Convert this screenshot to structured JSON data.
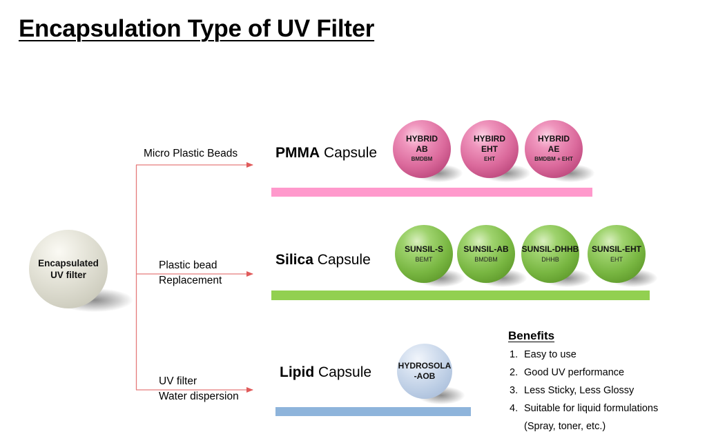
{
  "title": "Encapsulation Type of UV Filter",
  "colors": {
    "arrow": "#e05a5a",
    "pmma_bar": "#ff99cc",
    "silica_bar": "#92d050",
    "lipid_bar": "#8eb4db"
  },
  "root": {
    "line1": "Encapsulated",
    "line2": "UV filter"
  },
  "branches": [
    {
      "label_lines": [
        "Micro Plastic Beads"
      ],
      "capsule_bold": "PMMA",
      "capsule_rest": " Capsule"
    },
    {
      "label_lines": [
        "Plastic bead",
        "Replacement"
      ],
      "capsule_bold": "Silica",
      "capsule_rest": " Capsule"
    },
    {
      "label_lines": [
        "UV filter",
        "Water dispersion"
      ],
      "capsule_bold": "Lipid",
      "capsule_rest": " Capsule"
    }
  ],
  "pmma_products": [
    {
      "name1": "HYBRID",
      "name2": "AB",
      "sub": "BMDBM"
    },
    {
      "name1": "HYBIRD",
      "name2": "EHT",
      "sub": "EHT"
    },
    {
      "name1": "HYBRID",
      "name2": "AE",
      "sub": "BMDBM + EHT"
    }
  ],
  "silica_products": [
    {
      "name": "SUNSIL-S",
      "sub": "BEMT"
    },
    {
      "name": "SUNSIL-AB",
      "sub": "BMDBM"
    },
    {
      "name": "SUNSIL-DHHB",
      "sub": "DHHB"
    },
    {
      "name": "SUNSIL-EHT",
      "sub": "EHT"
    }
  ],
  "lipid_products": [
    {
      "name1": "HYDROSOLA",
      "name2": "-AOB"
    }
  ],
  "benefits": {
    "heading": "Benefits",
    "items": [
      {
        "num": "1.",
        "text": "Easy to use"
      },
      {
        "num": "2.",
        "text": "Good UV performance"
      },
      {
        "num": "3.",
        "text": "Less Sticky, Less Glossy"
      },
      {
        "num": "4.",
        "text": "Suitable for liquid formulations"
      },
      {
        "num": "",
        "text": "(Spray, toner, etc.)"
      }
    ]
  }
}
